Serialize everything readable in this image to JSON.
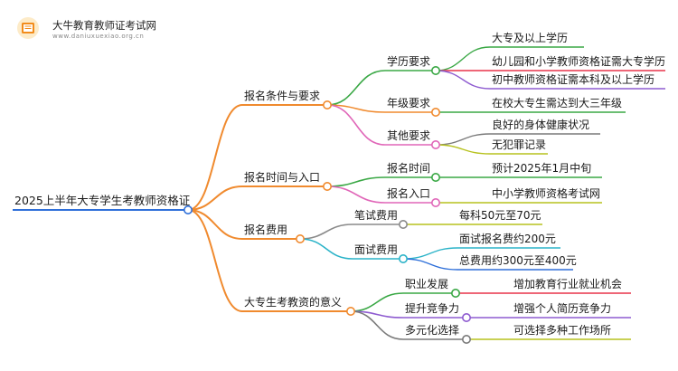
{
  "brand": {
    "title": "大牛教育教师证考试网",
    "url": "www.daniuxuexiao.org.cn"
  },
  "root": {
    "label": "2025上半年大专学生考教师资格证"
  },
  "branches": [
    {
      "label": "报名条件与要求",
      "color": "#f08a2e",
      "children": [
        {
          "label": "学历要求",
          "color": "#3aa845",
          "leaves": [
            {
              "label": "大专及以上学历",
              "color": "#3aa845"
            },
            {
              "label": "幼儿园和小学教师资格证需大专学历",
              "color": "#e8344a"
            },
            {
              "label": "初中教师资格证需本科及以上学历",
              "color": "#8e5bd0"
            }
          ]
        },
        {
          "label": "年级要求",
          "color": "#f08a2e",
          "leaves": [
            {
              "label": "在校大专生需达到大三年级",
              "color": "#3aa845"
            }
          ]
        },
        {
          "label": "其他要求",
          "color": "#e066b8",
          "leaves": [
            {
              "label": "良好的身体健康状况",
              "color": "#7a7a7a"
            },
            {
              "label": "无犯罪记录",
              "color": "#b7c21f"
            }
          ]
        }
      ]
    },
    {
      "label": "报名时间与入口",
      "color": "#f08a2e",
      "children": [
        {
          "label": "报名时间",
          "color": "#3aa845",
          "leaves": [
            {
              "label": "预计2025年1月中旬",
              "color": "#3aa845"
            }
          ]
        },
        {
          "label": "报名入口",
          "color": "#e066b8",
          "leaves": [
            {
              "label": "中小学教师资格考试网",
              "color": "#b7c21f"
            }
          ]
        }
      ]
    },
    {
      "label": "报名费用",
      "color": "#f08a2e",
      "children": [
        {
          "label": "笔试费用",
          "color": "#8a8a8a",
          "leaves": [
            {
              "label": "每科50元至70元",
              "color": "#b7c21f"
            }
          ]
        },
        {
          "label": "面试费用",
          "color": "#2bb3c8",
          "leaves": [
            {
              "label": "面试报名费约200元",
              "color": "#2bb3c8"
            },
            {
              "label": "总费用约300元至400元",
              "color": "#2e6fd9"
            }
          ]
        }
      ]
    },
    {
      "label": "大专生考教资的意义",
      "color": "#f08a2e",
      "children": [
        {
          "label": "职业发展",
          "color": "#3aa845",
          "leaves": [
            {
              "label": "增加教育行业就业机会",
              "color": "#e8344a"
            }
          ]
        },
        {
          "label": "提升竞争力",
          "color": "#8e5bd0",
          "leaves": [
            {
              "label": "增强个人简历竞争力",
              "color": "#8e5bd0"
            }
          ]
        },
        {
          "label": "多元化选择",
          "color": "#7a7a7a",
          "leaves": [
            {
              "label": "可选择多种工作场所",
              "color": "#b7c21f"
            }
          ]
        }
      ]
    }
  ]
}
